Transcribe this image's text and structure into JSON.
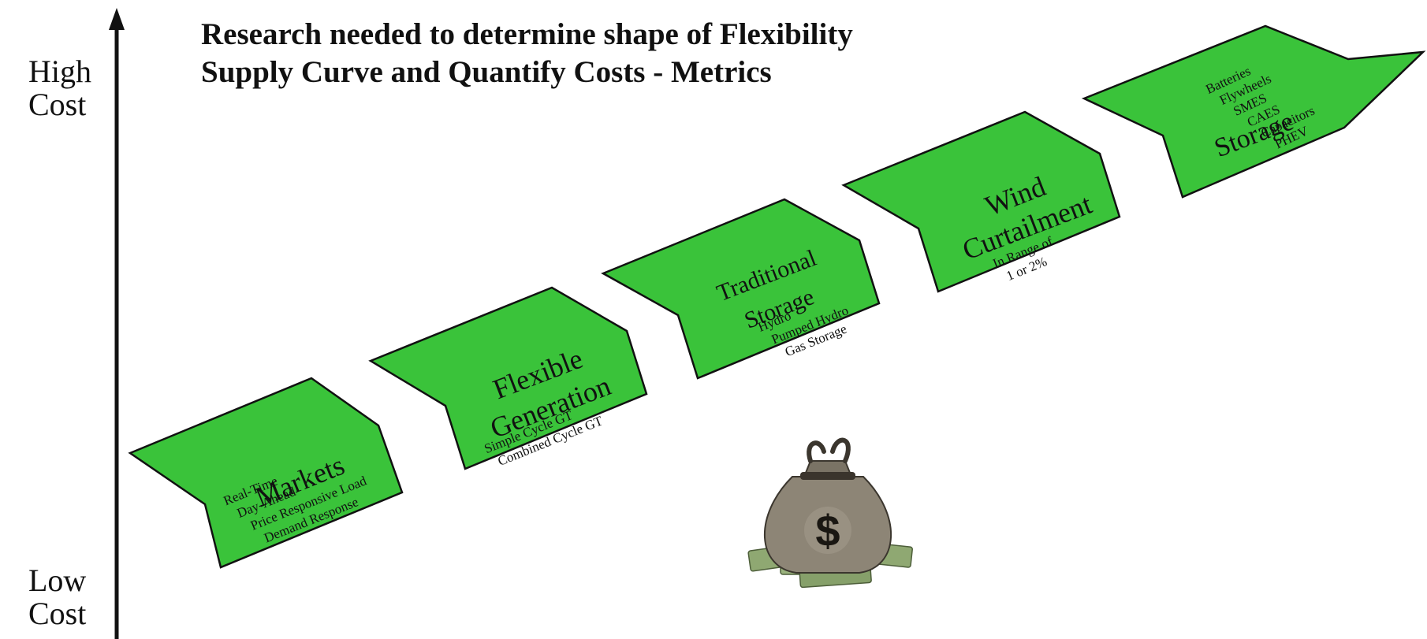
{
  "axis": {
    "high": [
      "High",
      "Cost"
    ],
    "low": [
      "Low",
      "Cost"
    ]
  },
  "title": [
    "Research needed to determine shape of Flexibility",
    "Supply Curve and Quantify Costs - Metrics"
  ],
  "colors": {
    "chevron_fill": "#3ac33a",
    "outline": "#111111"
  },
  "steps": [
    {
      "title": [
        "Markets"
      ],
      "details": [
        "Real-Time",
        "Day-Ahead",
        "Price Responsive Load",
        "Demand Response"
      ]
    },
    {
      "title": [
        "Flexible",
        "Generation"
      ],
      "details": [
        "Simple Cycle GT",
        "Combined Cycle GT"
      ]
    },
    {
      "title": [
        "Traditional",
        "Storage"
      ],
      "details": [
        "Hydro",
        "Pumped Hydro",
        "Gas Storage"
      ]
    },
    {
      "title": [
        "Wind",
        "Curtailment"
      ],
      "details": [
        "In Range of",
        "1 or 2%"
      ]
    },
    {
      "title": [
        "Storage"
      ],
      "details": [
        "Batteries",
        "Flywheels",
        "SMES",
        "CAES",
        "Capacitors",
        "PHEV"
      ]
    }
  ],
  "money_bag_symbol": "$",
  "icons": {
    "money_bag": "money-bag-icon"
  }
}
